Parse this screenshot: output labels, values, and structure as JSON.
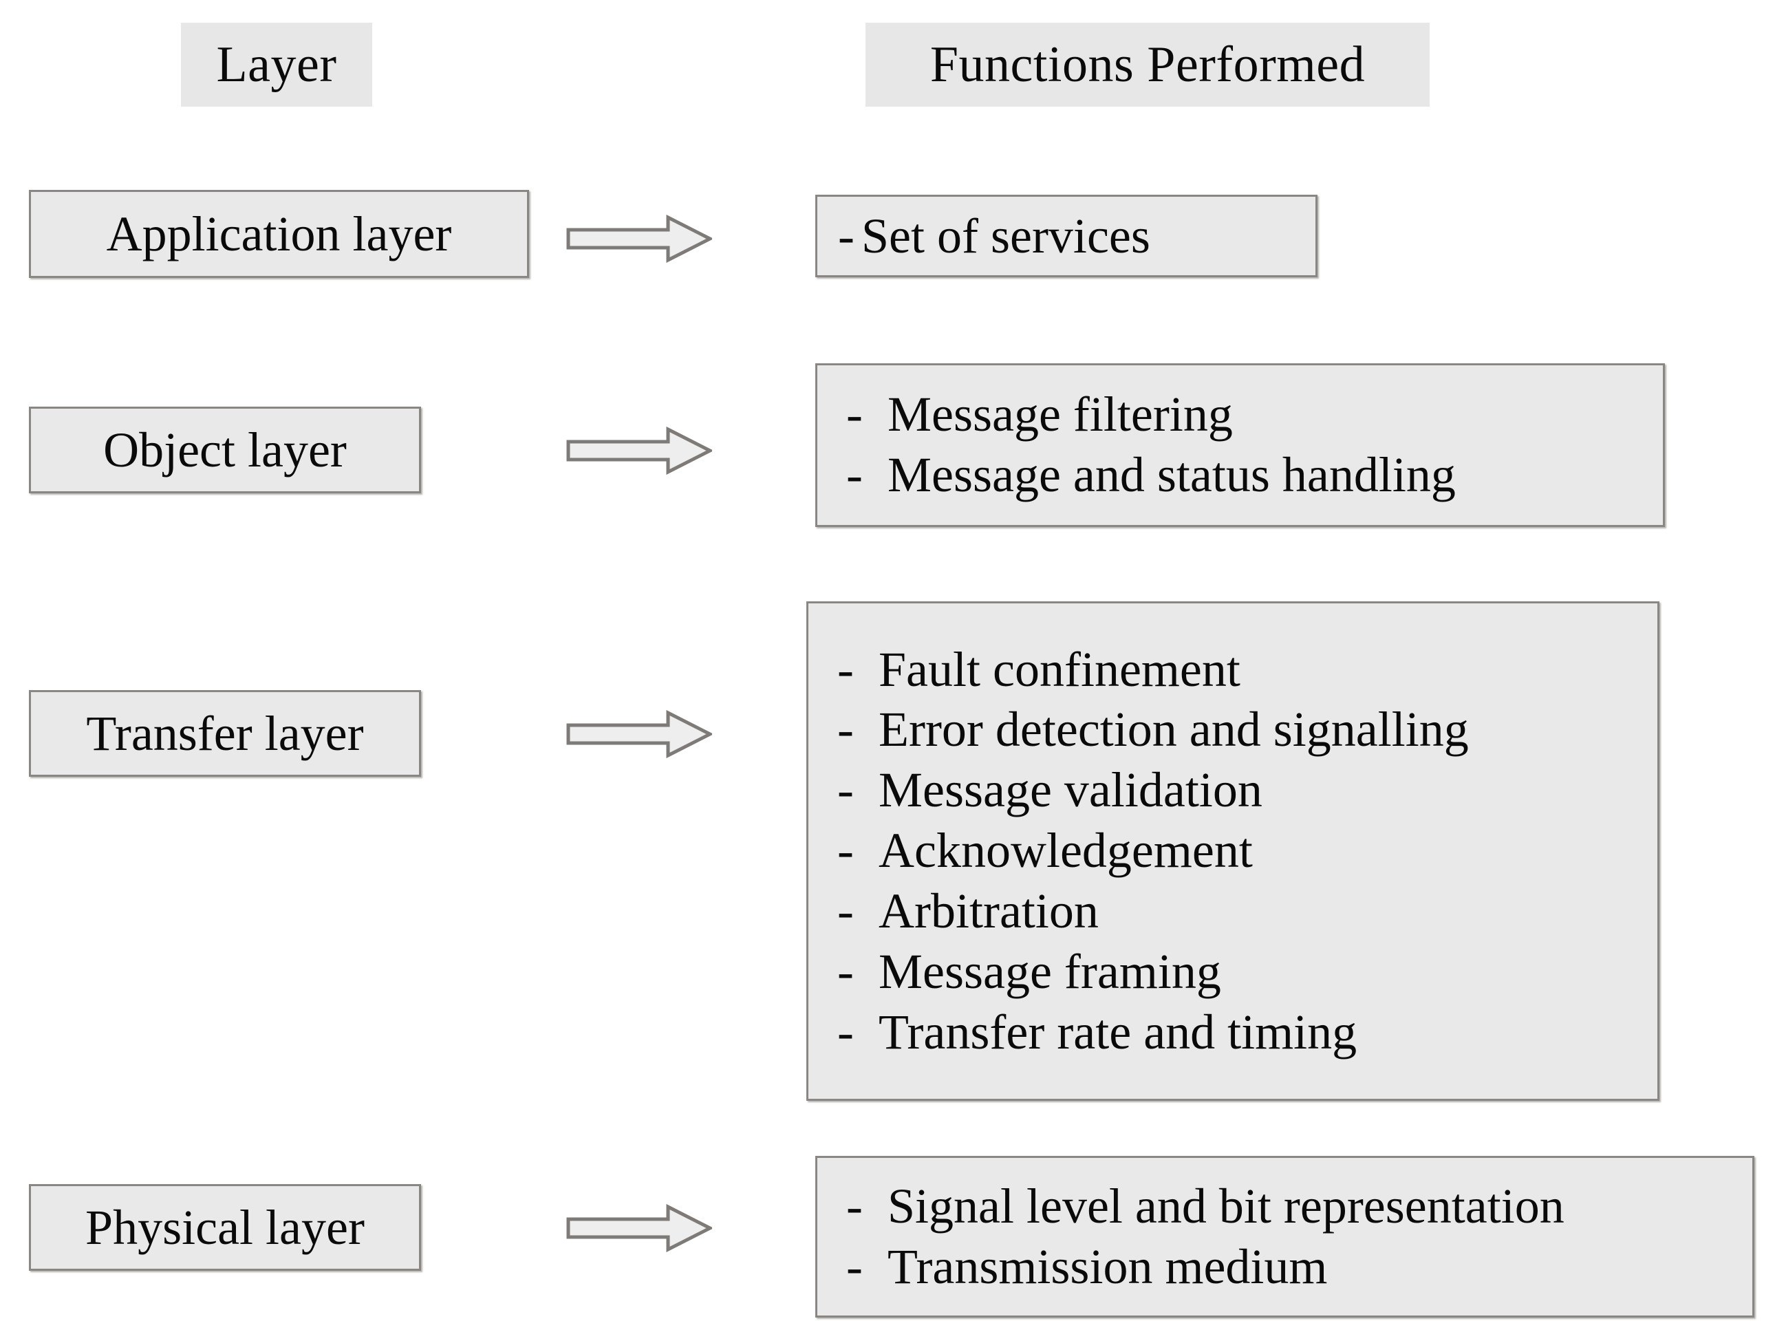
{
  "headers": {
    "left": "Layer",
    "right": "Functions Performed"
  },
  "rows": [
    {
      "layer": "Application layer",
      "arrow": "right-arrow-icon",
      "functions": [
        "Set of services"
      ]
    },
    {
      "layer": "Object layer",
      "arrow": "right-arrow-icon",
      "functions": [
        "Message filtering",
        "Message and status handling"
      ]
    },
    {
      "layer": "Transfer layer",
      "arrow": "right-arrow-icon",
      "functions": [
        "Fault confinement",
        "Error detection and signalling",
        "Message validation",
        "Acknowledgement",
        "Arbitration",
        "Message framing",
        "Transfer rate and timing"
      ]
    },
    {
      "layer": "Physical layer",
      "arrow": "right-arrow-icon",
      "functions": [
        "Signal level and bit representation",
        "Transmission medium"
      ]
    }
  ],
  "bullet": "-",
  "colors": {
    "box_fill": "#e9e9e9",
    "box_border": "#8a8683",
    "header_fill": "#e7e7e7",
    "text": "#0a0a0a",
    "arrow_fill": "#eeeeee",
    "arrow_stroke": "#7e7a77",
    "page_background": "#ffffff"
  }
}
